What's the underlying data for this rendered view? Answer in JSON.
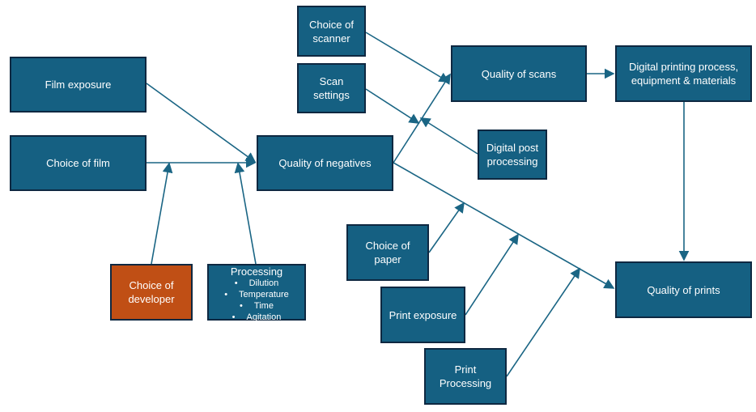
{
  "colors": {
    "box": "#156082",
    "border": "#0e2841",
    "highlight": "#c04f15",
    "arrow": "#1a6584"
  },
  "nodes": {
    "film_exposure": "Film exposure",
    "choice_of_film": "Choice of film",
    "quality_of_negatives": "Quality of negatives",
    "choice_of_developer": "Choice of developer",
    "processing": {
      "title": "Processing",
      "items": [
        "Dilution",
        "Temperature",
        "Time",
        "Agitation"
      ]
    },
    "choice_of_scanner": "Choice of scanner",
    "scan_settings": "Scan settings",
    "quality_of_scans": "Quality of scans",
    "digital_printing": "Digital printing process, equipment & materials",
    "digital_post_processing": "Digital post processing",
    "choice_of_paper": "Choice of paper",
    "print_exposure": "Print exposure",
    "print_processing": "Print Processing",
    "quality_of_prints": "Quality of prints"
  }
}
